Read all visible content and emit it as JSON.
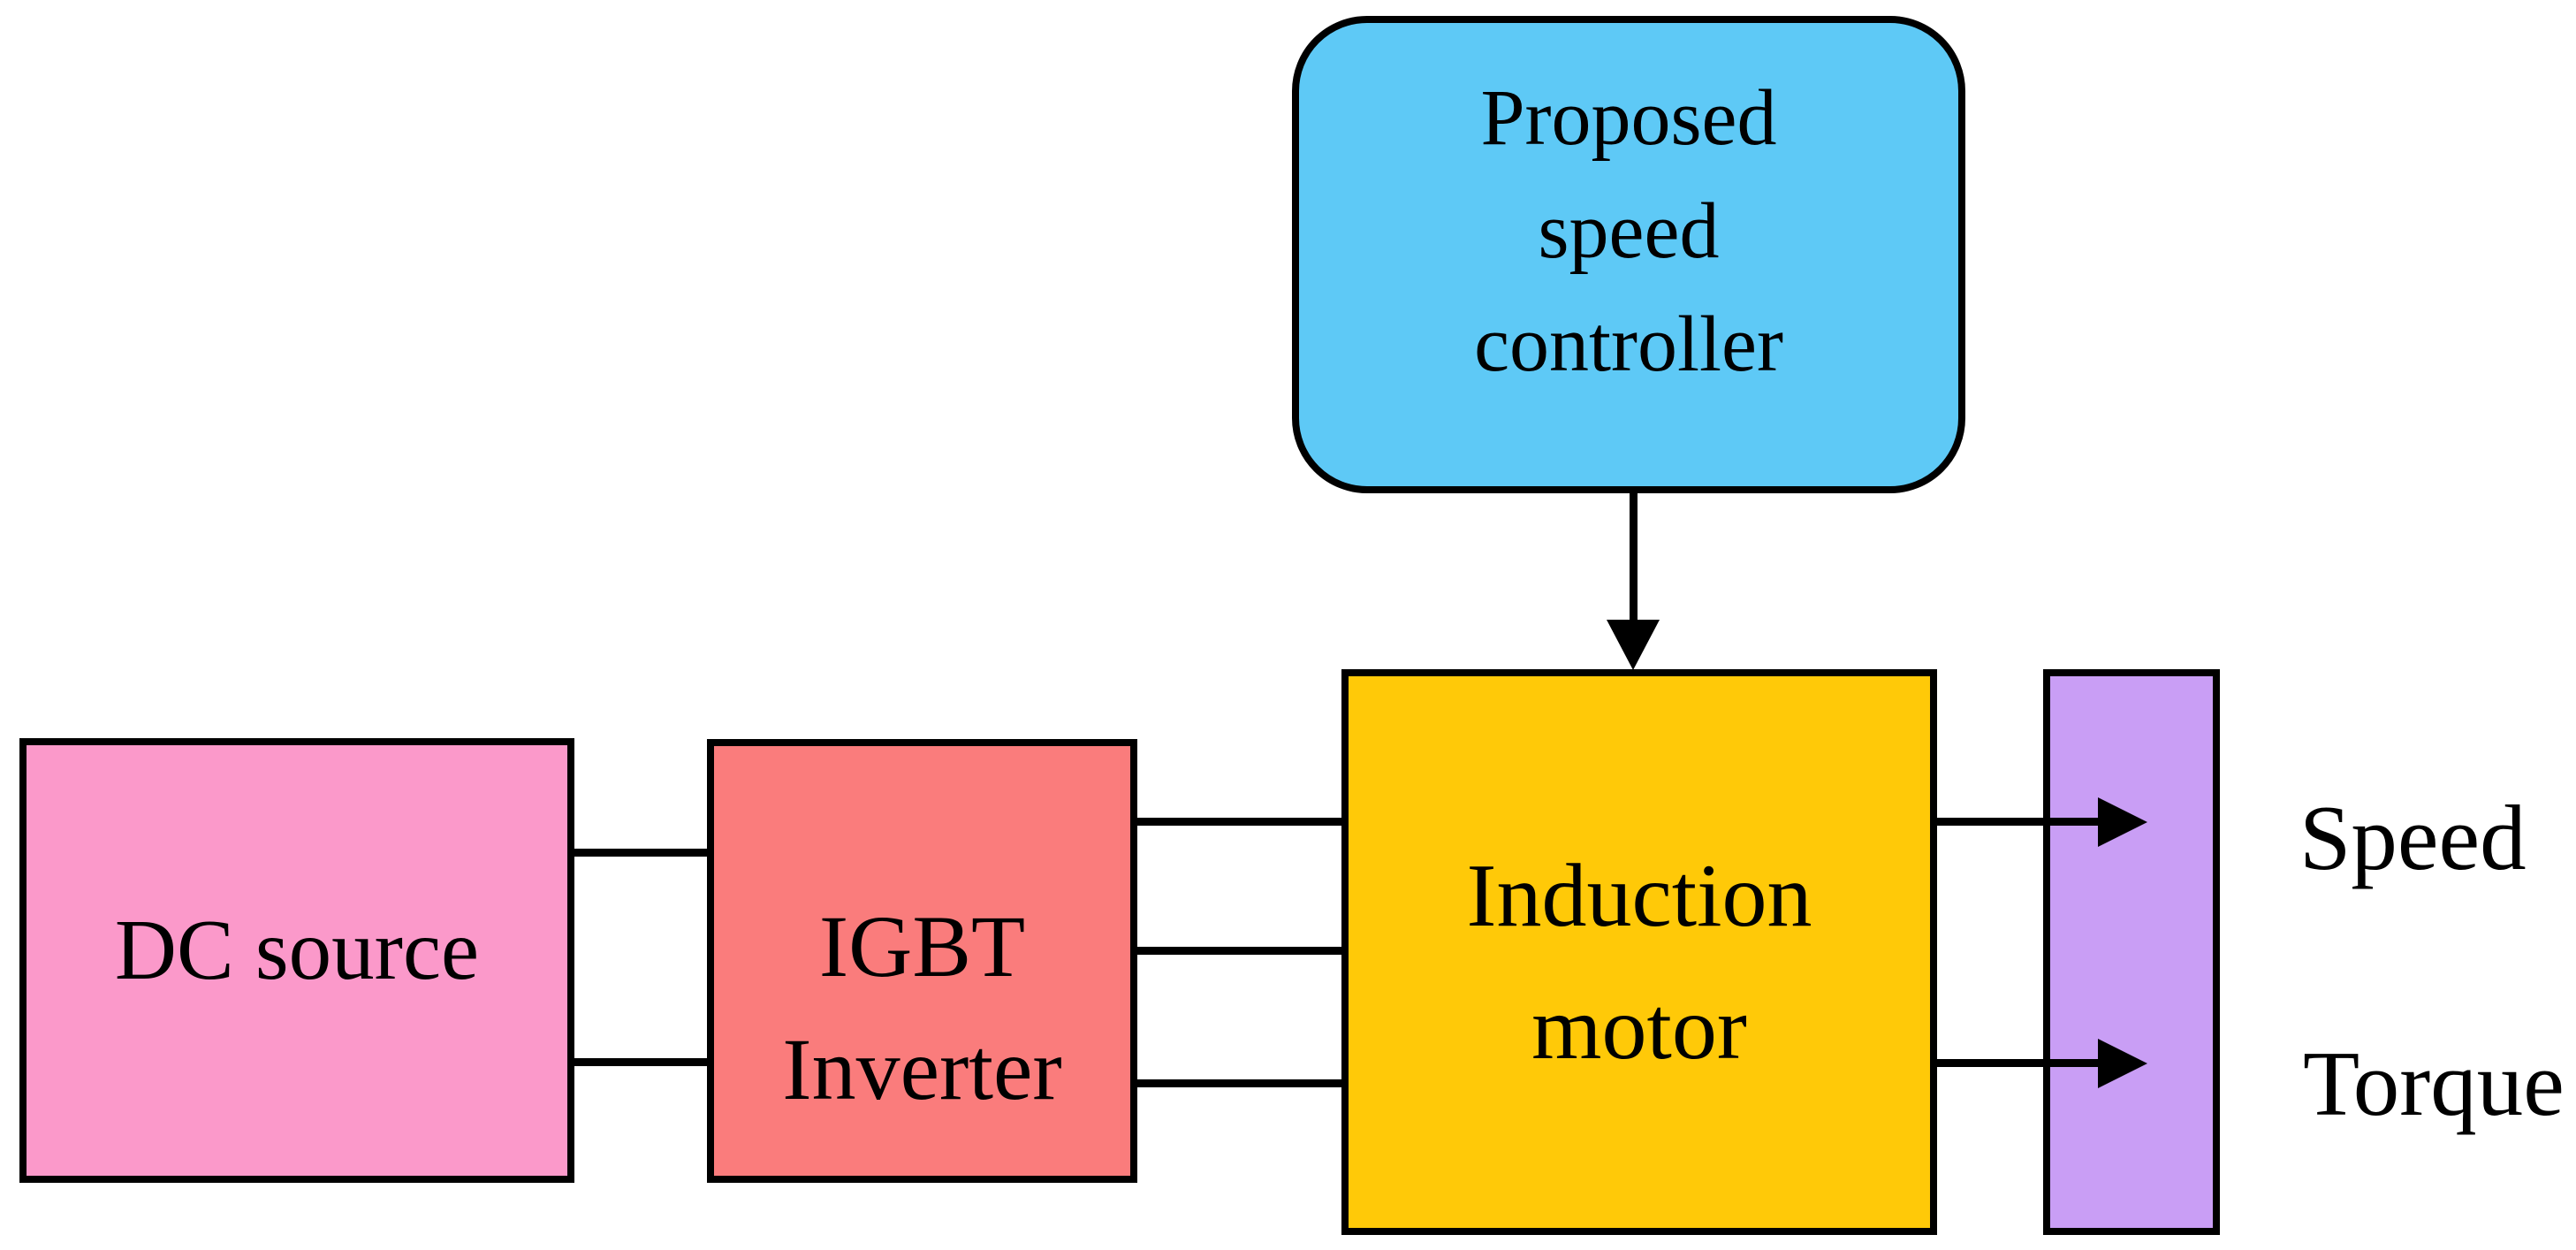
{
  "diagram": {
    "blocks": {
      "controller": {
        "line1": "Proposed",
        "line2": "speed",
        "line3": "controller"
      },
      "dc_source": {
        "label": "DC source"
      },
      "inverter": {
        "line1": "IGBT",
        "line2": "Inverter"
      },
      "motor": {
        "line1": "Induction",
        "line2": "motor"
      }
    },
    "outputs": {
      "speed": "Speed",
      "torque": "Torque"
    }
  },
  "colors": {
    "controller": "#5EC9F6",
    "dc_source": "#FB99CA",
    "inverter": "#FA7C7C",
    "motor": "#FFC908",
    "output_panel": "#C99EF5",
    "connector": "#000000",
    "border": "#000000",
    "text": "#000000",
    "background": "#FFFFFF"
  }
}
